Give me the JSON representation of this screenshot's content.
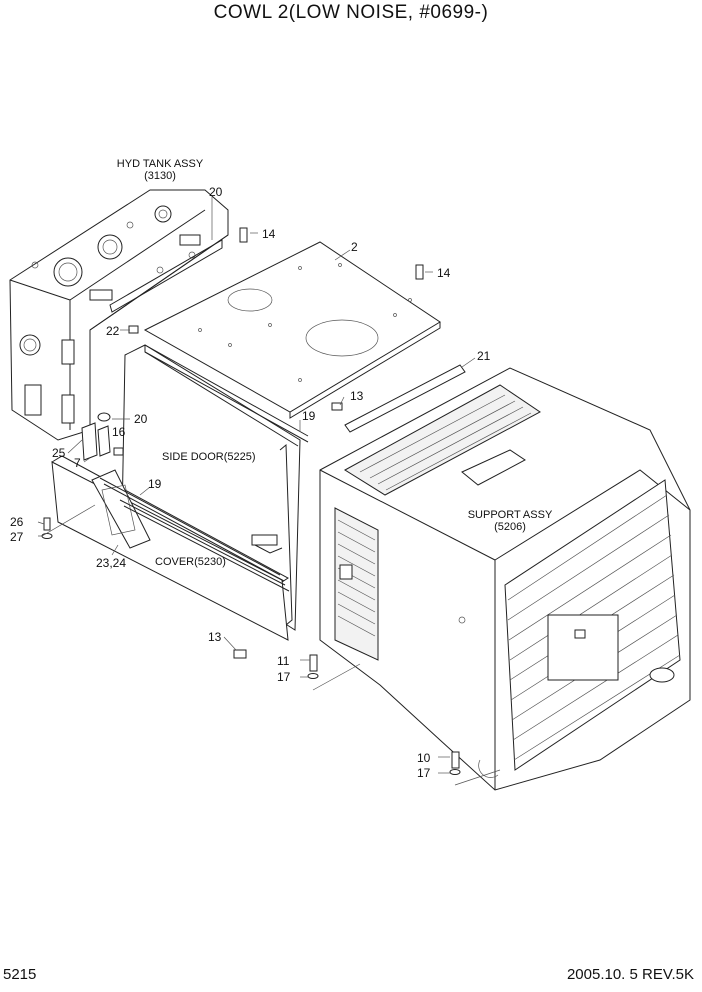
{
  "title": "COWL 2(LOW NOISE, #0699-)",
  "page_number": "5215",
  "revision": "2005.10. 5  REV.5K",
  "assemblies": {
    "hyd_tank_name": "HYD TANK ASSY",
    "hyd_tank_code": "(3130)",
    "side_door": "SIDE DOOR(5225)",
    "support_name": "SUPPORT ASSY",
    "support_code": "(5206)",
    "cover": "COVER(5230)"
  },
  "callouts": {
    "c20a": "20",
    "c14a": "14",
    "c2": "2",
    "c14b": "14",
    "c22": "22",
    "c21": "21",
    "c20b": "20",
    "c13a": "13",
    "c19a": "19",
    "c16": "16",
    "c25": "25",
    "c7": "7",
    "c19b": "19",
    "c26": "26",
    "c27": "27",
    "c2324": "23,24",
    "c13b": "13",
    "c11": "11",
    "c17a": "17",
    "c10": "10",
    "c17b": "17"
  }
}
